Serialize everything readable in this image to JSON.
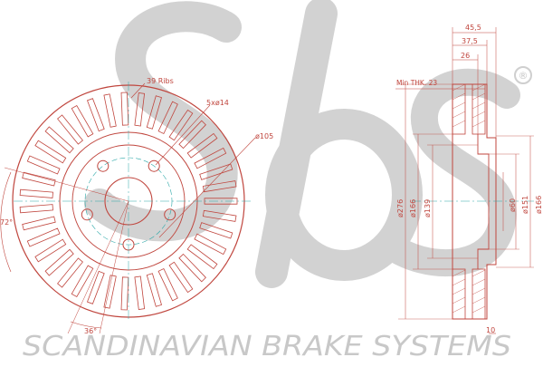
{
  "watermark": {
    "logo_text": "sbs",
    "registered_mark": "®",
    "tagline": "SCANDINAVIAN BRAKE SYSTEMS"
  },
  "front_view": {
    "ribs_label": "39 Ribs",
    "bolt_label": "5xø14",
    "pcd_label": "ø105",
    "angle_72_label": "72°",
    "angle_36_label": "36°"
  },
  "side_view": {
    "min_thickness_label": "Min THK. 23",
    "total_height_label": "45,5",
    "hat_height_label": "37,5",
    "thickness_label": "26",
    "bottom_label": "10",
    "outer_diameter_label": "ø276",
    "friction_inner_label": "ø166",
    "hub_label": "ø139",
    "center_bore_label": "ø60",
    "hat_diameter_label": "ø151",
    "hat_outer_label": "ø166"
  },
  "colors": {
    "line": "#c0463e",
    "watermark": "#c8c8c8",
    "centerline": "#2aa7a7"
  }
}
